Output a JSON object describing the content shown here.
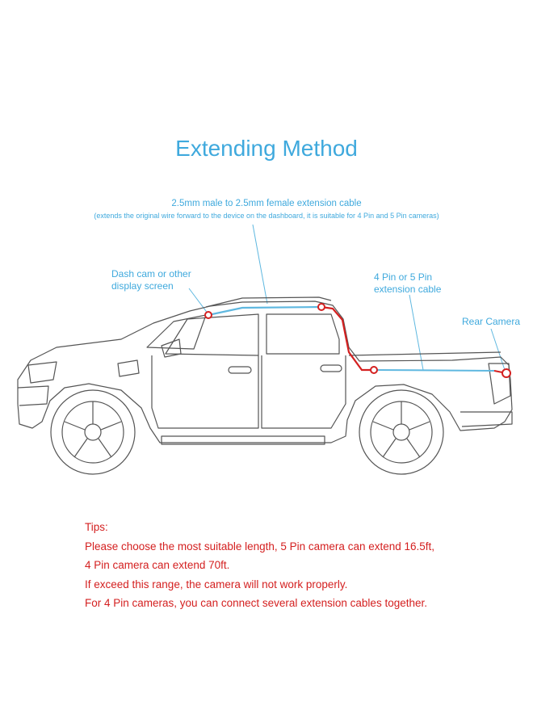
{
  "title": "Extending Method",
  "cable_label": "2.5mm male to 2.5mm female extension cable",
  "cable_sublabel": "(extends the original wire  forward to the device on the dashboard, it is suitable for 4 Pin and 5 Pin cameras)",
  "dash_label_1": "Dash cam or other",
  "dash_label_2": "display screen",
  "pin_label_1": "4 Pin or 5 Pin",
  "pin_label_2": "extension cable",
  "rear_label": "Rear Camera",
  "tips": [
    "Tips:",
    "Please choose the most suitable length, 5 Pin camera can extend 16.5ft,",
    "4 Pin camera can extend 70ft.",
    "If exceed this range, the camera will not work properly.",
    "For 4 Pin cameras, you can connect several extension cables together."
  ],
  "colors": {
    "accent": "#3fa9dd",
    "warning": "#d42020",
    "cable_blue": "#5fb8e0",
    "cable_red": "#d42020"
  }
}
